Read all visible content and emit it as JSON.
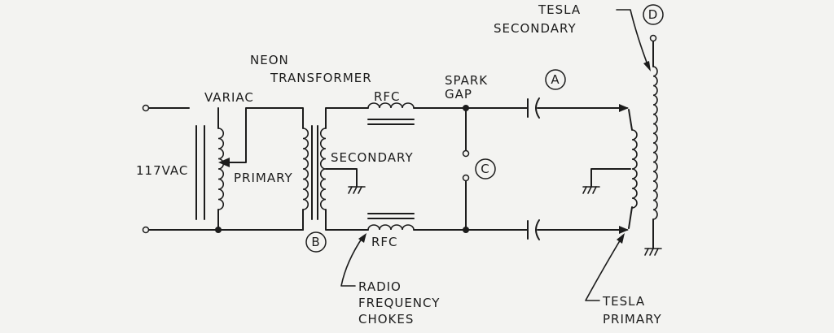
{
  "labels": {
    "neon": "NEON",
    "transformer": "TRANSFORMER",
    "variac": "VARIAC",
    "vac": "117VAC",
    "primary": "PRIMARY",
    "secondary": "SECONDARY",
    "rfc_top": "RFC",
    "rfc_bottom": "RFC",
    "spark": "SPARK",
    "gap": "GAP",
    "tesla_top_1": "TESLA",
    "tesla_top_2": "SECONDARY",
    "radio": "RADIO",
    "frequency": "FREQUENCY",
    "chokes": "CHOKES",
    "tesla_bottom_1": "TESLA",
    "tesla_bottom_2": "PRIMARY"
  },
  "markers": {
    "a": "A",
    "b": "B",
    "c": "C",
    "d": "D"
  }
}
